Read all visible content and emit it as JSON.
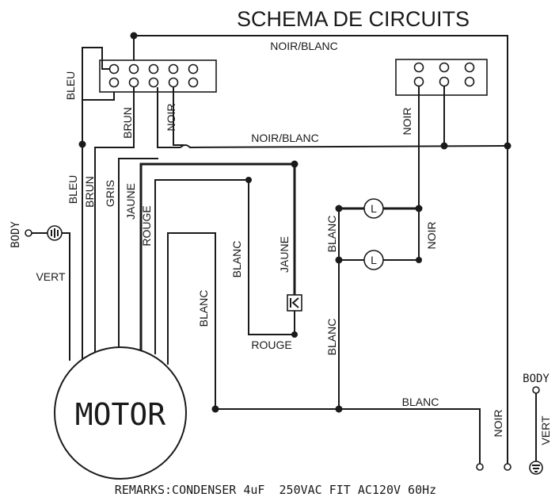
{
  "title": "SCHEMA DE CIRCUITS",
  "labels": {
    "noir_blanc_top": "NOIR/BLANC",
    "noir_blanc_mid": "NOIR/BLANC",
    "bleu_upper": "BLEU",
    "bleu_lower": "BLEU",
    "brun_upper": "BRUN",
    "brun_lower": "BRUN",
    "noir_left": "NOIR",
    "noir_right_block": "NOIR",
    "gris": "GRIS",
    "jaune_left": "JAUNE",
    "jaune_cap": "JAUNE",
    "rouge_left": "ROUGE",
    "rouge_bottom": "ROUGE",
    "blanc_motor": "BLANC",
    "blanc_cap": "BLANC",
    "blanc_lamp_upper": "BLANC",
    "blanc_lamp_lower": "BLANC",
    "blanc_bottom": "BLANC",
    "noir_lamps": "NOIR",
    "noir_right_bottom": "NOIR",
    "vert_left": "VERT",
    "vert_right": "VERT",
    "body_left": "BODY",
    "body_right": "BODY",
    "lamp_symbol": "L",
    "motor": "MOTOR"
  },
  "remarks": "REMARKS:CONDENSER 4uF  250VAC FIT AC120V 60Hz"
}
